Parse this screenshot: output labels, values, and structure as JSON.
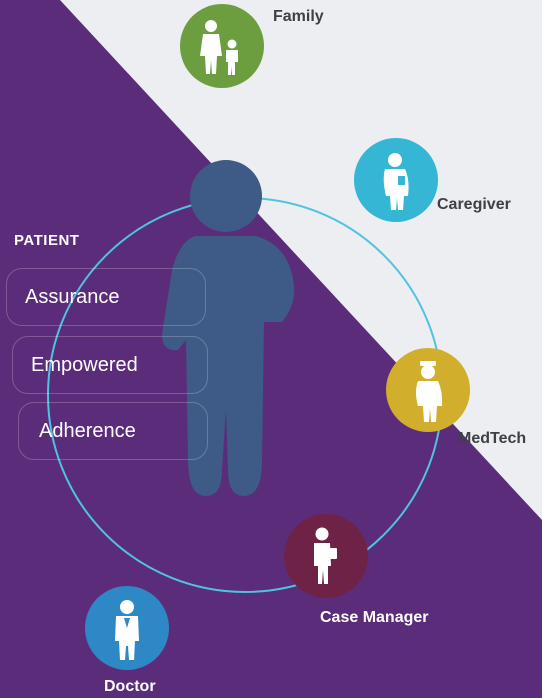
{
  "patient": {
    "heading": "PATIENT",
    "attributes": [
      "Assurance",
      "Empowered",
      "Adherence"
    ]
  },
  "roles": [
    {
      "label": "Family",
      "color": "#6c9e3f",
      "icon": "family-icon"
    },
    {
      "label": "Caregiver",
      "color": "#35b6d5",
      "icon": "caregiver-icon"
    },
    {
      "label": "MedTech",
      "color": "#d1ae2c",
      "icon": "nurse-icon"
    },
    {
      "label": "Case Manager",
      "color": "#6e2246",
      "icon": "case-manager-icon"
    },
    {
      "label": "Doctor",
      "color": "#2f88c6",
      "icon": "doctor-icon"
    }
  ],
  "colors": {
    "background_light": "#eceef2",
    "background_purple": "#5b2c7a",
    "patient_figure": "#3e5a86",
    "ring": "#4fc3e0"
  }
}
